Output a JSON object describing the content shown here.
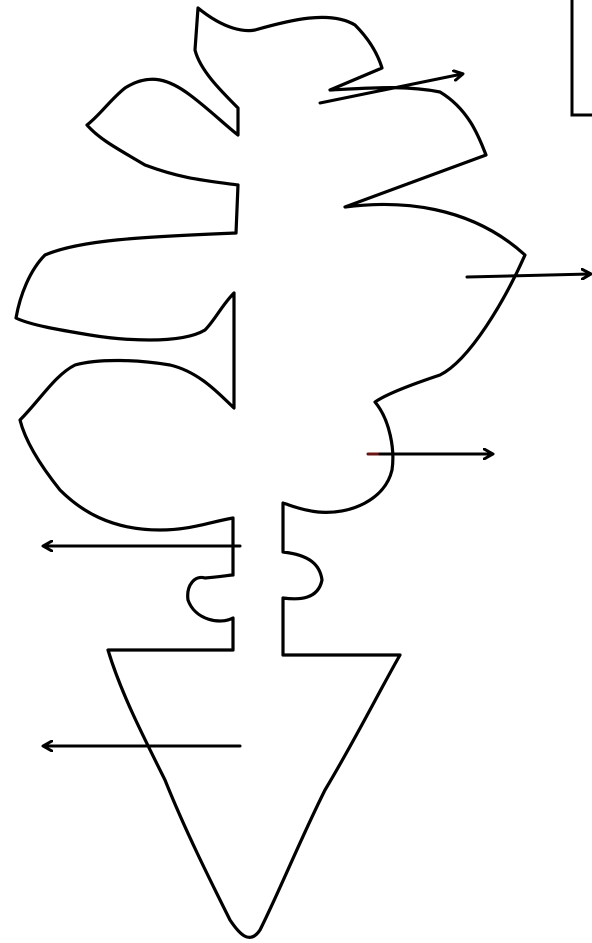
{
  "diagram": {
    "labels": [],
    "arrows": [
      {
        "direction": "right",
        "target": "upper-right-leaf"
      },
      {
        "direction": "right",
        "target": "middle-right-leaf"
      },
      {
        "direction": "right",
        "target": "lower-right-leaf"
      },
      {
        "direction": "left",
        "target": "stem-lower-node"
      },
      {
        "direction": "left",
        "target": "root-cone"
      }
    ],
    "colors": {
      "stroke": "#000000",
      "accent_arrow": "#6b1414",
      "background": "#ffffff"
    }
  }
}
